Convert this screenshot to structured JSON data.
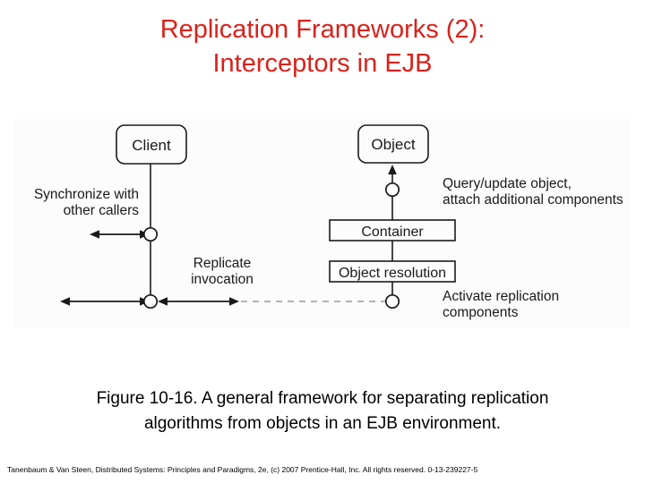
{
  "slide": {
    "title_lines": [
      "Replication Frameworks (2):",
      "Interceptors in EJB"
    ],
    "title_color": "#d9221c",
    "background_color": "#ffffff"
  },
  "figure": {
    "background_color": "#fcfcfc",
    "stroke_color": "#1a1a1a",
    "dashed_color": "#9a9a9a",
    "boxes": {
      "client": "Client",
      "object": "Object",
      "container": "Container",
      "object_resolution": "Object resolution"
    },
    "labels": {
      "synchronize_line1": "Synchronize with",
      "synchronize_line2": "other callers",
      "replicate_line1": "Replicate",
      "replicate_line2": "invocation",
      "query_line1": "Query/update object,",
      "query_line2": "attach additional components",
      "activate_line1": "Activate replication",
      "activate_line2": "components"
    },
    "caption_lines": [
      "Figure 10-16. A general framework for separating replication",
      "algorithms from objects in an EJB environment."
    ]
  },
  "footer": {
    "credit": "Tanenbaum & Van Steen, Distributed Systems: Principles and Paradigms, 2e, (c) 2007 Prentice-Hall, Inc. All rights reserved. 0-13-239227-5"
  }
}
